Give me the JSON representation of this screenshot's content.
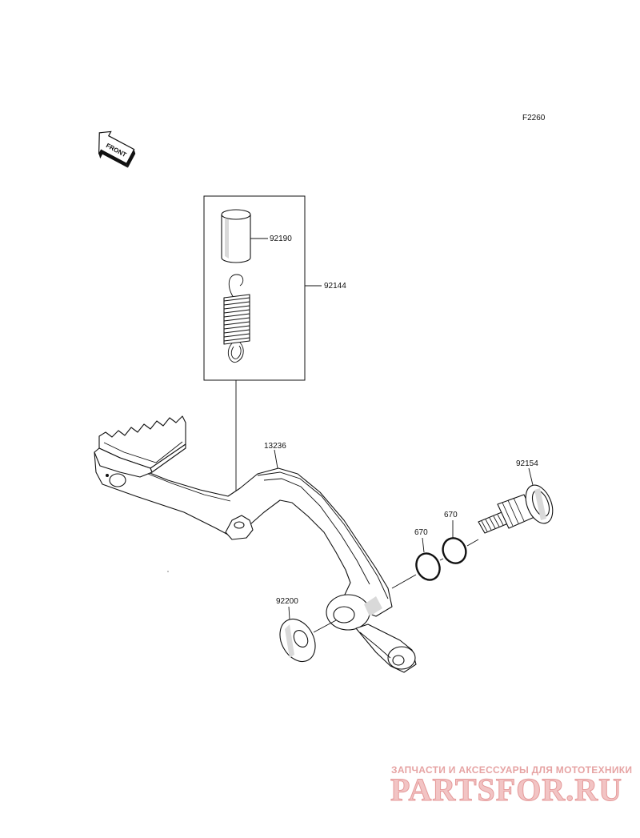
{
  "diagram_code": "F2260",
  "front_label": "FRONT",
  "parts": {
    "pedal": "13236",
    "spring_set": "92144",
    "sleeve": "92190",
    "pivot_bolt": "92154",
    "oring_left": "670",
    "oring_right": "670",
    "washer": "92200"
  },
  "watermark": {
    "tagline": "ЗАПЧАСТИ И АКСЕССУАРЫ ДЛЯ МОТОТЕХНИКИ",
    "brand": "PARTSFOR.RU"
  }
}
